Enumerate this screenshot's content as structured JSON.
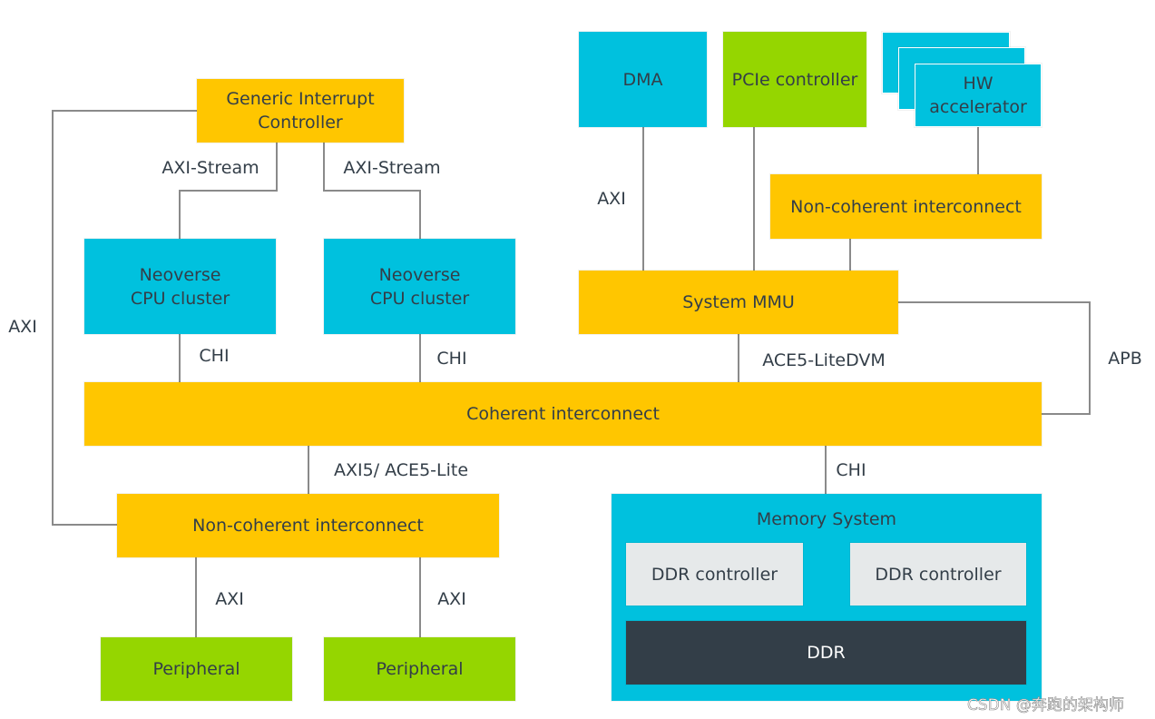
{
  "colors": {
    "compute": "#00c1de",
    "interconnect": "#ffc600",
    "peripheral": "#95d600",
    "controller": "#e6e9ea",
    "ddr": "#333e48",
    "line": "#8a8a8a"
  },
  "nodes": {
    "gic": "Generic Interrupt Controller",
    "cpu1": "Neoverse CPU cluster",
    "cpu2": "Neoverse CPU cluster",
    "dma": "DMA",
    "pcie": "PCIe controller",
    "hw": "HW accelerator",
    "nci_top": "Non-coherent interconnect",
    "smmu": "System MMU",
    "coherent": "Coherent interconnect",
    "nci_bottom": "Non-coherent interconnect",
    "memory": "Memory System",
    "ddr_ctrl1": "DDR controller",
    "ddr_ctrl2": "DDR controller",
    "ddr": "DDR",
    "periph1": "Peripheral",
    "periph2": "Peripheral"
  },
  "edges": {
    "gic_nci": "AXI",
    "gic_cpu1": "AXI-Stream",
    "gic_cpu2": "AXI-Stream",
    "cpu1_coh": "CHI",
    "cpu2_coh": "CHI",
    "dma_smmu": "AXI",
    "smmu_coh": "ACE5-LiteDVM",
    "smmu_apb": "APB",
    "coh_nci": "AXI5/ ACE5-Lite",
    "coh_mem": "CHI",
    "nci_p1": "AXI",
    "nci_p2": "AXI"
  },
  "watermark": "CSDN @奔跑的架构师"
}
